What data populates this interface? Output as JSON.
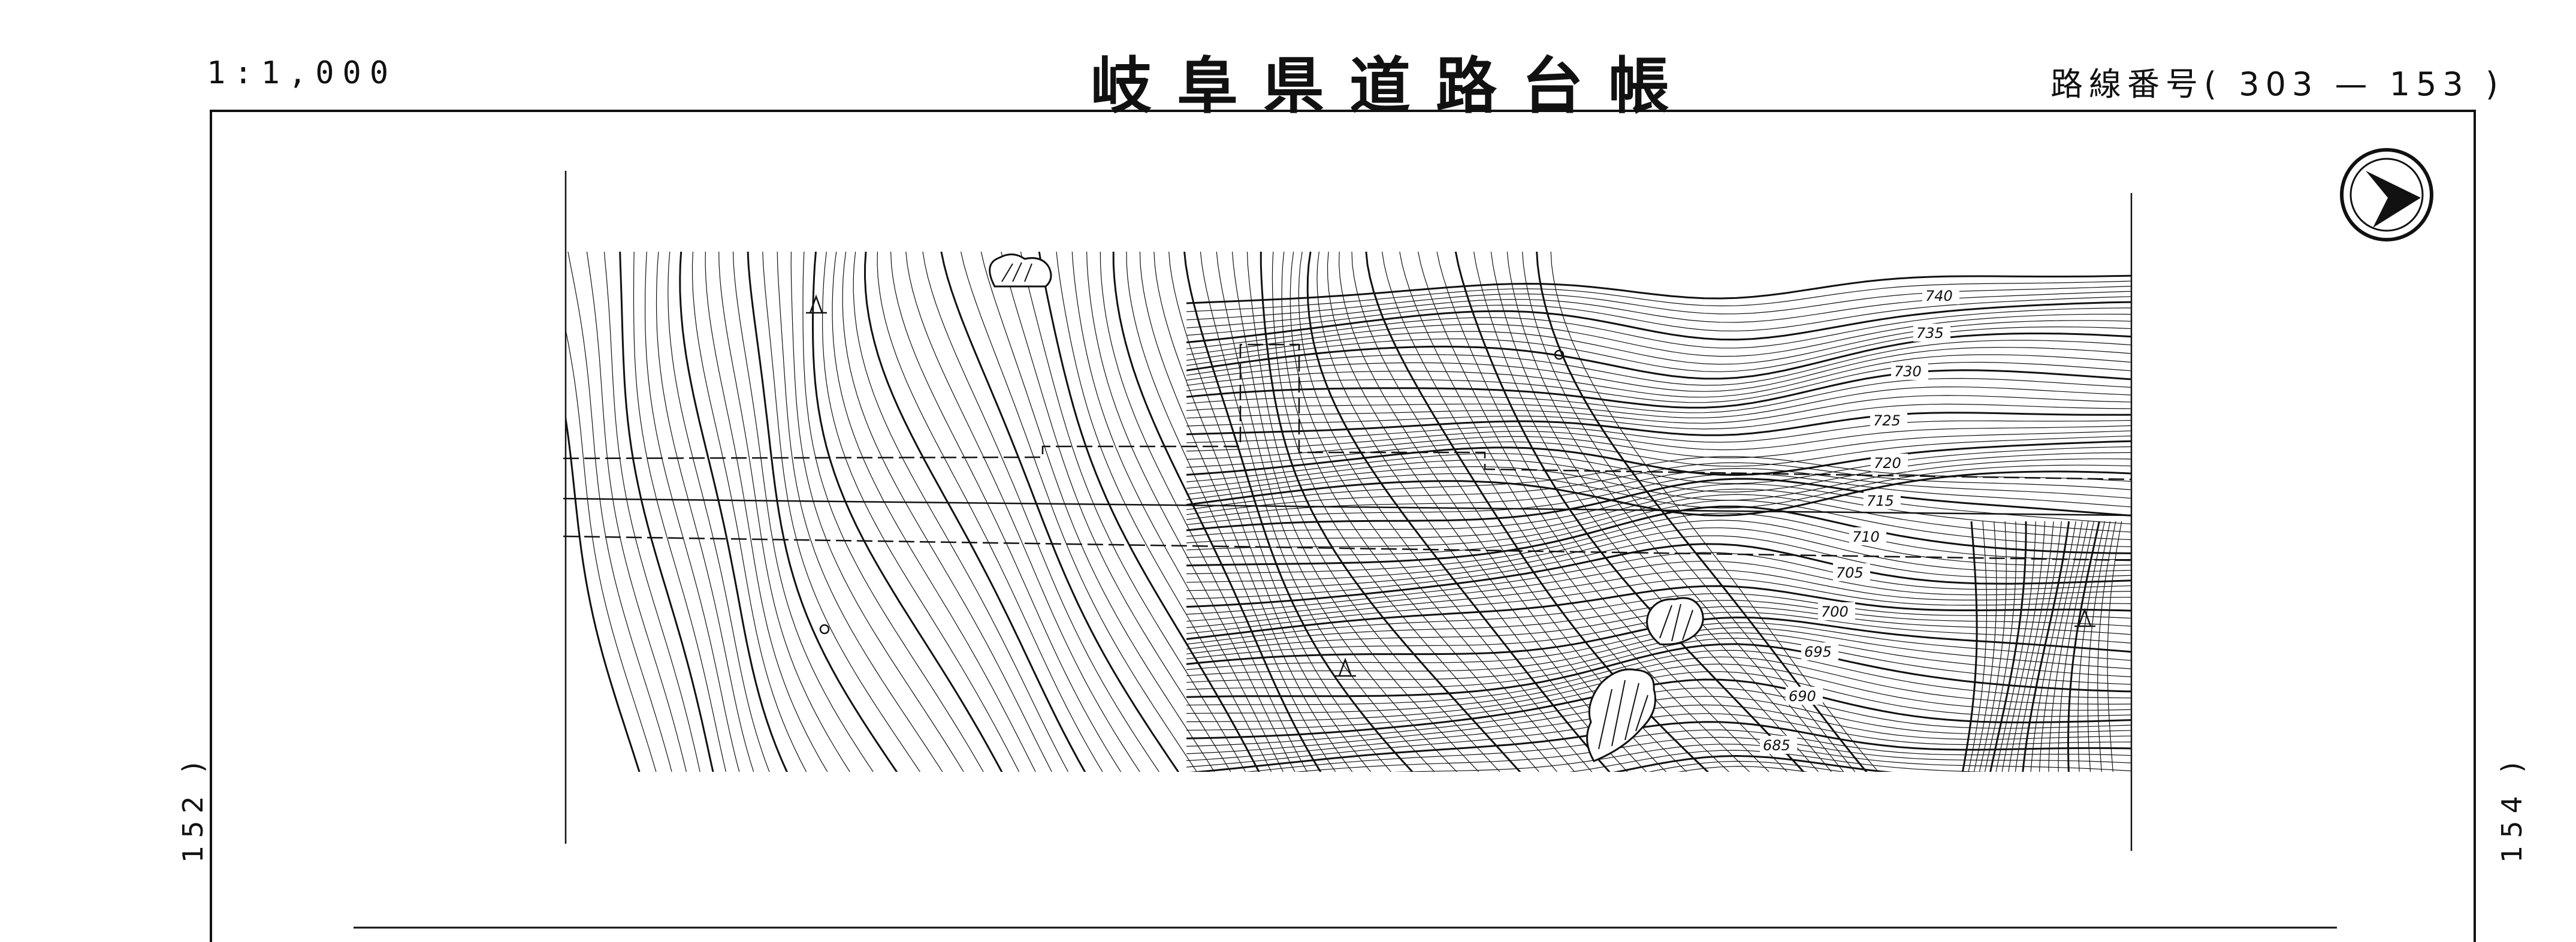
{
  "header": {
    "scale": "1:1,000",
    "title": "岐阜県道路台帳",
    "route_number": "路線番号( 303 — 153 )"
  },
  "adjacent_sheets": {
    "left": "152 )",
    "right": "154 )"
  },
  "contour_labels": [
    "740",
    "735",
    "730",
    "725",
    "720",
    "715",
    "710",
    "705",
    "700",
    "695",
    "690",
    "685"
  ],
  "icons": {
    "north_arrow": "north-arrow-icon",
    "tree_symbol": "deciduous-tree-icon",
    "grass_symbol": "grassland-symbol-icon"
  }
}
